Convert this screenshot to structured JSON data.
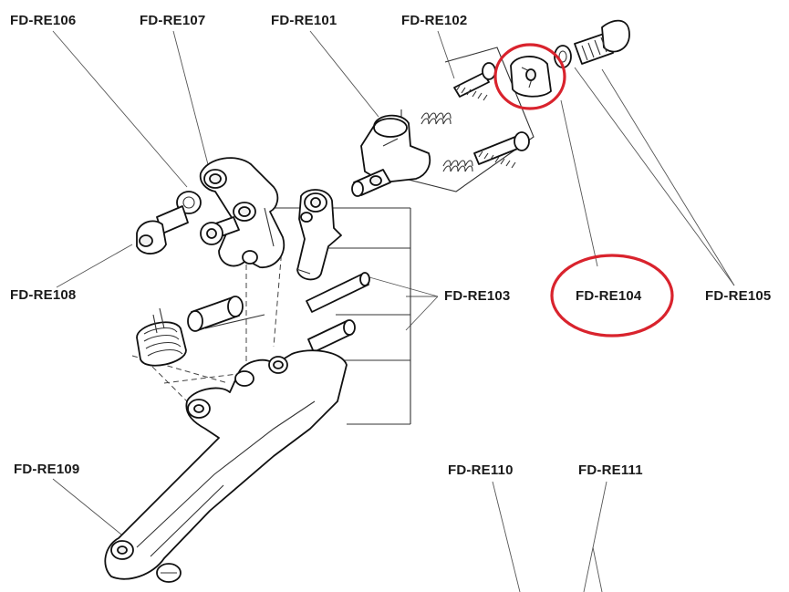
{
  "labels": {
    "re106": "FD-RE106",
    "re107": "FD-RE107",
    "re101": "FD-RE101",
    "re102": "FD-RE102",
    "re108": "FD-RE108",
    "re103": "FD-RE103",
    "re104": "FD-RE104",
    "re105": "FD-RE105",
    "re109": "FD-RE109",
    "re110": "FD-RE110",
    "re111": "FD-RE111"
  },
  "highlight": {
    "color": "#d9232d",
    "parts": [
      "FD-RE104"
    ]
  }
}
